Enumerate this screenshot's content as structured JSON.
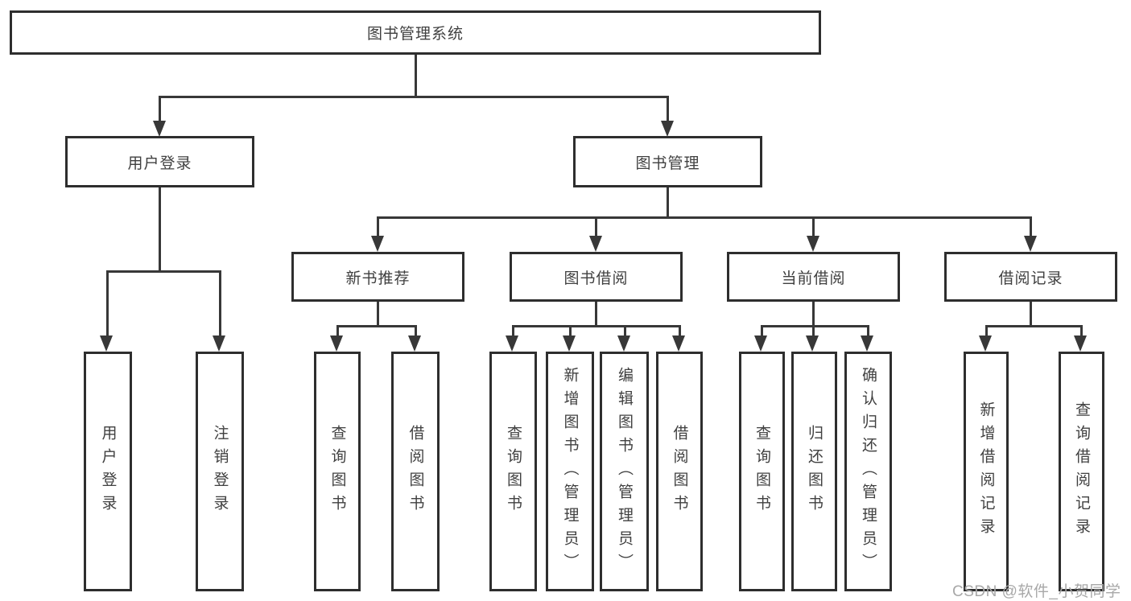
{
  "diagram": {
    "root": {
      "label": "图书管理系统"
    },
    "branches": [
      {
        "label": "用户登录",
        "children": [
          {
            "label": "用户登录"
          },
          {
            "label": "注销登录"
          }
        ]
      },
      {
        "label": "图书管理",
        "children": [
          {
            "label": "新书推荐",
            "children": [
              {
                "label": "查询图书"
              },
              {
                "label": "借阅图书"
              }
            ]
          },
          {
            "label": "图书借阅",
            "children": [
              {
                "label": "查询图书"
              },
              {
                "label": "新增图书（管理员）"
              },
              {
                "label": "编辑图书（管理员）"
              },
              {
                "label": "借阅图书"
              }
            ]
          },
          {
            "label": "当前借阅",
            "children": [
              {
                "label": "查询图书"
              },
              {
                "label": "归还图书"
              },
              {
                "label": "确认归还（管理员）"
              }
            ]
          },
          {
            "label": "借阅记录",
            "children": [
              {
                "label": "新增借阅记录"
              },
              {
                "label": "查询借阅记录"
              }
            ]
          }
        ]
      }
    ]
  },
  "watermark": {
    "text": "CSDN @软件_小贺同学"
  },
  "colors": {
    "line": "#383838",
    "box_border": "#2e2e2e",
    "text": "#404040",
    "background": "#ffffff",
    "watermark": "#a8a8a8"
  }
}
